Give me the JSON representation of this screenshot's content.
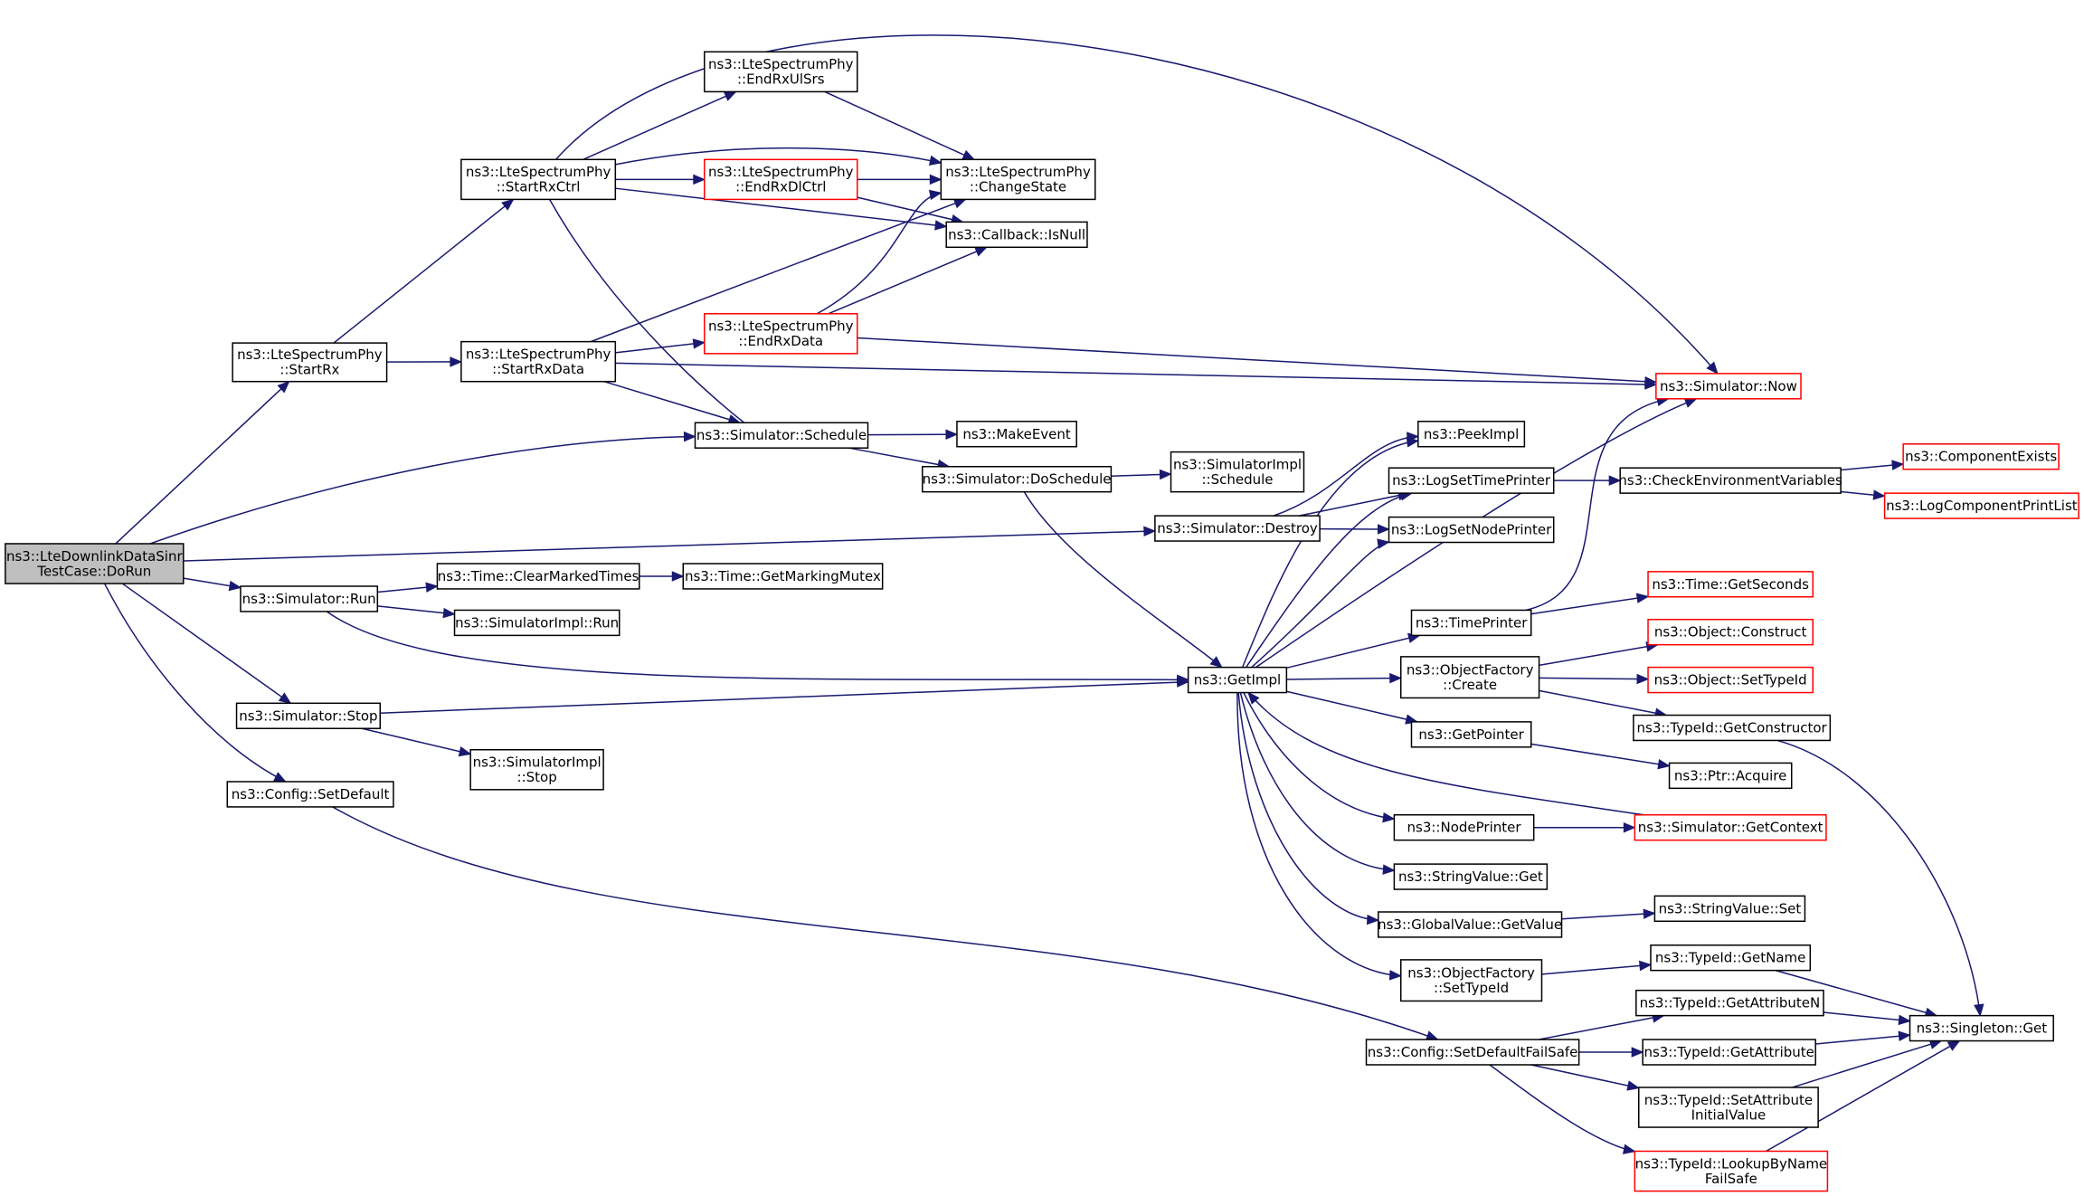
{
  "nodes": [
    {
      "id": "dorun",
      "lines": [
        "ns3::LteDownlinkDataSinr",
        "TestCase::DoRun"
      ],
      "fill": "#bfbfbf",
      "stroke": "#000000",
      "current": true
    },
    {
      "id": "startrx",
      "lines": [
        "ns3::LteSpectrumPhy",
        "::StartRx"
      ],
      "fill": "#ffffff",
      "stroke": "#000000"
    },
    {
      "id": "schedule",
      "lines": [
        "ns3::Simulator::Schedule"
      ],
      "fill": "#ffffff",
      "stroke": "#000000"
    },
    {
      "id": "run",
      "lines": [
        "ns3::Simulator::Run"
      ],
      "fill": "#ffffff",
      "stroke": "#000000"
    },
    {
      "id": "stop",
      "lines": [
        "ns3::Simulator::Stop"
      ],
      "fill": "#ffffff",
      "stroke": "#000000"
    },
    {
      "id": "setdefault",
      "lines": [
        "ns3::Config::SetDefault"
      ],
      "fill": "#ffffff",
      "stroke": "#000000"
    },
    {
      "id": "destroy",
      "lines": [
        "ns3::Simulator::Destroy"
      ],
      "fill": "#ffffff",
      "stroke": "#000000"
    },
    {
      "id": "startrxctrl",
      "lines": [
        "ns3::LteSpectrumPhy",
        "::StartRxCtrl"
      ],
      "fill": "#ffffff",
      "stroke": "#000000"
    },
    {
      "id": "startrxdata",
      "lines": [
        "ns3::LteSpectrumPhy",
        "::StartRxData"
      ],
      "fill": "#ffffff",
      "stroke": "#000000"
    },
    {
      "id": "endrxulsrs",
      "lines": [
        "ns3::LteSpectrumPhy",
        "::EndRxUlSrs"
      ],
      "fill": "#ffffff",
      "stroke": "#000000"
    },
    {
      "id": "endrxdlctrl",
      "lines": [
        "ns3::LteSpectrumPhy",
        "::EndRxDlCtrl"
      ],
      "fill": "#ffffff",
      "stroke": "#ff0000"
    },
    {
      "id": "endrxdata",
      "lines": [
        "ns3::LteSpectrumPhy",
        "::EndRxData"
      ],
      "fill": "#ffffff",
      "stroke": "#ff0000"
    },
    {
      "id": "changestate",
      "lines": [
        "ns3::LteSpectrumPhy",
        "::ChangeState"
      ],
      "fill": "#ffffff",
      "stroke": "#000000"
    },
    {
      "id": "isnull",
      "lines": [
        "ns3::Callback::IsNull"
      ],
      "fill": "#ffffff",
      "stroke": "#000000"
    },
    {
      "id": "now",
      "lines": [
        "ns3::Simulator::Now"
      ],
      "fill": "#ffffff",
      "stroke": "#ff0000"
    },
    {
      "id": "makeevent",
      "lines": [
        "ns3::MakeEvent"
      ],
      "fill": "#ffffff",
      "stroke": "#000000"
    },
    {
      "id": "doschedule",
      "lines": [
        "ns3::Simulator::DoSchedule"
      ],
      "fill": "#ffffff",
      "stroke": "#000000"
    },
    {
      "id": "implschedule",
      "lines": [
        "ns3::SimulatorImpl",
        "::Schedule"
      ],
      "fill": "#ffffff",
      "stroke": "#000000"
    },
    {
      "id": "clearmarked",
      "lines": [
        "ns3::Time::ClearMarkedTimes"
      ],
      "fill": "#ffffff",
      "stroke": "#000000"
    },
    {
      "id": "markingmutex",
      "lines": [
        "ns3::Time::GetMarkingMutex"
      ],
      "fill": "#ffffff",
      "stroke": "#000000"
    },
    {
      "id": "implrun",
      "lines": [
        "ns3::SimulatorImpl::Run"
      ],
      "fill": "#ffffff",
      "stroke": "#000000"
    },
    {
      "id": "implstop",
      "lines": [
        "ns3::SimulatorImpl",
        "::Stop"
      ],
      "fill": "#ffffff",
      "stroke": "#000000"
    },
    {
      "id": "getimpl",
      "lines": [
        "ns3::GetImpl"
      ],
      "fill": "#ffffff",
      "stroke": "#000000"
    },
    {
      "id": "peekimpl",
      "lines": [
        "ns3::PeekImpl"
      ],
      "fill": "#ffffff",
      "stroke": "#000000"
    },
    {
      "id": "logsettime",
      "lines": [
        "ns3::LogSetTimePrinter"
      ],
      "fill": "#ffffff",
      "stroke": "#000000"
    },
    {
      "id": "logsetnode",
      "lines": [
        "ns3::LogSetNodePrinter"
      ],
      "fill": "#ffffff",
      "stroke": "#000000"
    },
    {
      "id": "checkenv",
      "lines": [
        "ns3::CheckEnvironmentVariables"
      ],
      "fill": "#ffffff",
      "stroke": "#000000"
    },
    {
      "id": "compexists",
      "lines": [
        "ns3::ComponentExists"
      ],
      "fill": "#ffffff",
      "stroke": "#ff0000"
    },
    {
      "id": "logcomplist",
      "lines": [
        "ns3::LogComponentPrintList"
      ],
      "fill": "#ffffff",
      "stroke": "#ff0000"
    },
    {
      "id": "timeprinter",
      "lines": [
        "ns3::TimePrinter"
      ],
      "fill": "#ffffff",
      "stroke": "#000000"
    },
    {
      "id": "getseconds",
      "lines": [
        "ns3::Time::GetSeconds"
      ],
      "fill": "#ffffff",
      "stroke": "#ff0000"
    },
    {
      "id": "ofcreate",
      "lines": [
        "ns3::ObjectFactory",
        "::Create"
      ],
      "fill": "#ffffff",
      "stroke": "#000000"
    },
    {
      "id": "objconstruct",
      "lines": [
        "ns3::Object::Construct"
      ],
      "fill": "#ffffff",
      "stroke": "#ff0000"
    },
    {
      "id": "objsettypeid",
      "lines": [
        "ns3::Object::SetTypeId"
      ],
      "fill": "#ffffff",
      "stroke": "#ff0000"
    },
    {
      "id": "getconstructor",
      "lines": [
        "ns3::TypeId::GetConstructor"
      ],
      "fill": "#ffffff",
      "stroke": "#000000"
    },
    {
      "id": "getpointer",
      "lines": [
        "ns3::GetPointer"
      ],
      "fill": "#ffffff",
      "stroke": "#000000"
    },
    {
      "id": "ptracquire",
      "lines": [
        "ns3::Ptr::Acquire"
      ],
      "fill": "#ffffff",
      "stroke": "#000000"
    },
    {
      "id": "nodeprinter",
      "lines": [
        "ns3::NodePrinter"
      ],
      "fill": "#ffffff",
      "stroke": "#000000"
    },
    {
      "id": "getcontext",
      "lines": [
        "ns3::Simulator::GetContext"
      ],
      "fill": "#ffffff",
      "stroke": "#ff0000"
    },
    {
      "id": "svget",
      "lines": [
        "ns3::StringValue::Get"
      ],
      "fill": "#ffffff",
      "stroke": "#000000"
    },
    {
      "id": "gvgetvalue",
      "lines": [
        "ns3::GlobalValue::GetValue"
      ],
      "fill": "#ffffff",
      "stroke": "#000000"
    },
    {
      "id": "svset",
      "lines": [
        "ns3::StringValue::Set"
      ],
      "fill": "#ffffff",
      "stroke": "#000000"
    },
    {
      "id": "ofsettypeid",
      "lines": [
        "ns3::ObjectFactory",
        "::SetTypeId"
      ],
      "fill": "#ffffff",
      "stroke": "#000000"
    },
    {
      "id": "getname",
      "lines": [
        "ns3::TypeId::GetName"
      ],
      "fill": "#ffffff",
      "stroke": "#000000"
    },
    {
      "id": "failsafe",
      "lines": [
        "ns3::Config::SetDefaultFailSafe"
      ],
      "fill": "#ffffff",
      "stroke": "#000000"
    },
    {
      "id": "getattrn",
      "lines": [
        "ns3::TypeId::GetAttributeN"
      ],
      "fill": "#ffffff",
      "stroke": "#000000"
    },
    {
      "id": "getattr",
      "lines": [
        "ns3::TypeId::GetAttribute"
      ],
      "fill": "#ffffff",
      "stroke": "#000000"
    },
    {
      "id": "setattrinit",
      "lines": [
        "ns3::TypeId::SetAttribute",
        "InitialValue"
      ],
      "fill": "#ffffff",
      "stroke": "#000000"
    },
    {
      "id": "lookupbyname",
      "lines": [
        "ns3::TypeId::LookupByName",
        "FailSafe"
      ],
      "fill": "#ffffff",
      "stroke": "#ff0000"
    },
    {
      "id": "singletonget",
      "lines": [
        "ns3::Singleton::Get"
      ],
      "fill": "#ffffff",
      "stroke": "#000000"
    }
  ],
  "edges": [
    [
      "dorun",
      "startrx"
    ],
    [
      "dorun",
      "schedule"
    ],
    [
      "dorun",
      "destroy"
    ],
    [
      "dorun",
      "run"
    ],
    [
      "dorun",
      "stop"
    ],
    [
      "dorun",
      "setdefault"
    ],
    [
      "startrx",
      "startrxctrl"
    ],
    [
      "startrx",
      "startrxdata"
    ],
    [
      "startrxctrl",
      "endrxulsrs"
    ],
    [
      "startrxctrl",
      "changestate"
    ],
    [
      "startrxctrl",
      "endrxdlctrl"
    ],
    [
      "startrxctrl",
      "isnull"
    ],
    [
      "startrxctrl",
      "schedule"
    ],
    [
      "startrxctrl",
      "now"
    ],
    [
      "startrxdata",
      "endrxdata"
    ],
    [
      "startrxdata",
      "changestate"
    ],
    [
      "startrxdata",
      "now"
    ],
    [
      "startrxdata",
      "schedule"
    ],
    [
      "endrxulsrs",
      "changestate"
    ],
    [
      "endrxdlctrl",
      "changestate"
    ],
    [
      "endrxdlctrl",
      "isnull"
    ],
    [
      "endrxdata",
      "changestate"
    ],
    [
      "endrxdata",
      "isnull"
    ],
    [
      "endrxdata",
      "now"
    ],
    [
      "schedule",
      "makeevent"
    ],
    [
      "schedule",
      "doschedule"
    ],
    [
      "doschedule",
      "implschedule"
    ],
    [
      "doschedule",
      "getimpl"
    ],
    [
      "destroy",
      "peekimpl"
    ],
    [
      "destroy",
      "logsettime"
    ],
    [
      "destroy",
      "logsetnode"
    ],
    [
      "run",
      "clearmarked"
    ],
    [
      "run",
      "implrun"
    ],
    [
      "run",
      "getimpl"
    ],
    [
      "clearmarked",
      "markingmutex"
    ],
    [
      "stop",
      "getimpl"
    ],
    [
      "stop",
      "implstop"
    ],
    [
      "setdefault",
      "failsafe"
    ],
    [
      "getimpl",
      "peekimpl"
    ],
    [
      "getimpl",
      "logsettime"
    ],
    [
      "getimpl",
      "logsetnode"
    ],
    [
      "getimpl",
      "now"
    ],
    [
      "getimpl",
      "timeprinter"
    ],
    [
      "getimpl",
      "ofcreate"
    ],
    [
      "getimpl",
      "getpointer"
    ],
    [
      "getimpl",
      "nodeprinter"
    ],
    [
      "getimpl",
      "svget"
    ],
    [
      "getimpl",
      "gvgetvalue"
    ],
    [
      "getimpl",
      "ofsettypeid"
    ],
    [
      "logsettime",
      "checkenv"
    ],
    [
      "checkenv",
      "compexists"
    ],
    [
      "checkenv",
      "logcomplist"
    ],
    [
      "timeprinter",
      "getseconds"
    ],
    [
      "timeprinter",
      "now"
    ],
    [
      "ofcreate",
      "objconstruct"
    ],
    [
      "ofcreate",
      "objsettypeid"
    ],
    [
      "ofcreate",
      "getconstructor"
    ],
    [
      "getconstructor",
      "singletonget"
    ],
    [
      "getpointer",
      "ptracquire"
    ],
    [
      "nodeprinter",
      "getcontext"
    ],
    [
      "getcontext",
      "getimpl"
    ],
    [
      "gvgetvalue",
      "svset"
    ],
    [
      "ofsettypeid",
      "getname"
    ],
    [
      "getname",
      "singletonget"
    ],
    [
      "failsafe",
      "getattrn"
    ],
    [
      "failsafe",
      "getattr"
    ],
    [
      "failsafe",
      "setattrinit"
    ],
    [
      "failsafe",
      "lookupbyname"
    ],
    [
      "getattrn",
      "singletonget"
    ],
    [
      "getattr",
      "singletonget"
    ],
    [
      "setattrinit",
      "singletonget"
    ],
    [
      "lookupbyname",
      "singletonget"
    ]
  ],
  "colors": {
    "edge": "#191970",
    "highlight_fill": "#bfbfbf",
    "warning_stroke": "#ff0000",
    "normal_stroke": "#000000"
  }
}
